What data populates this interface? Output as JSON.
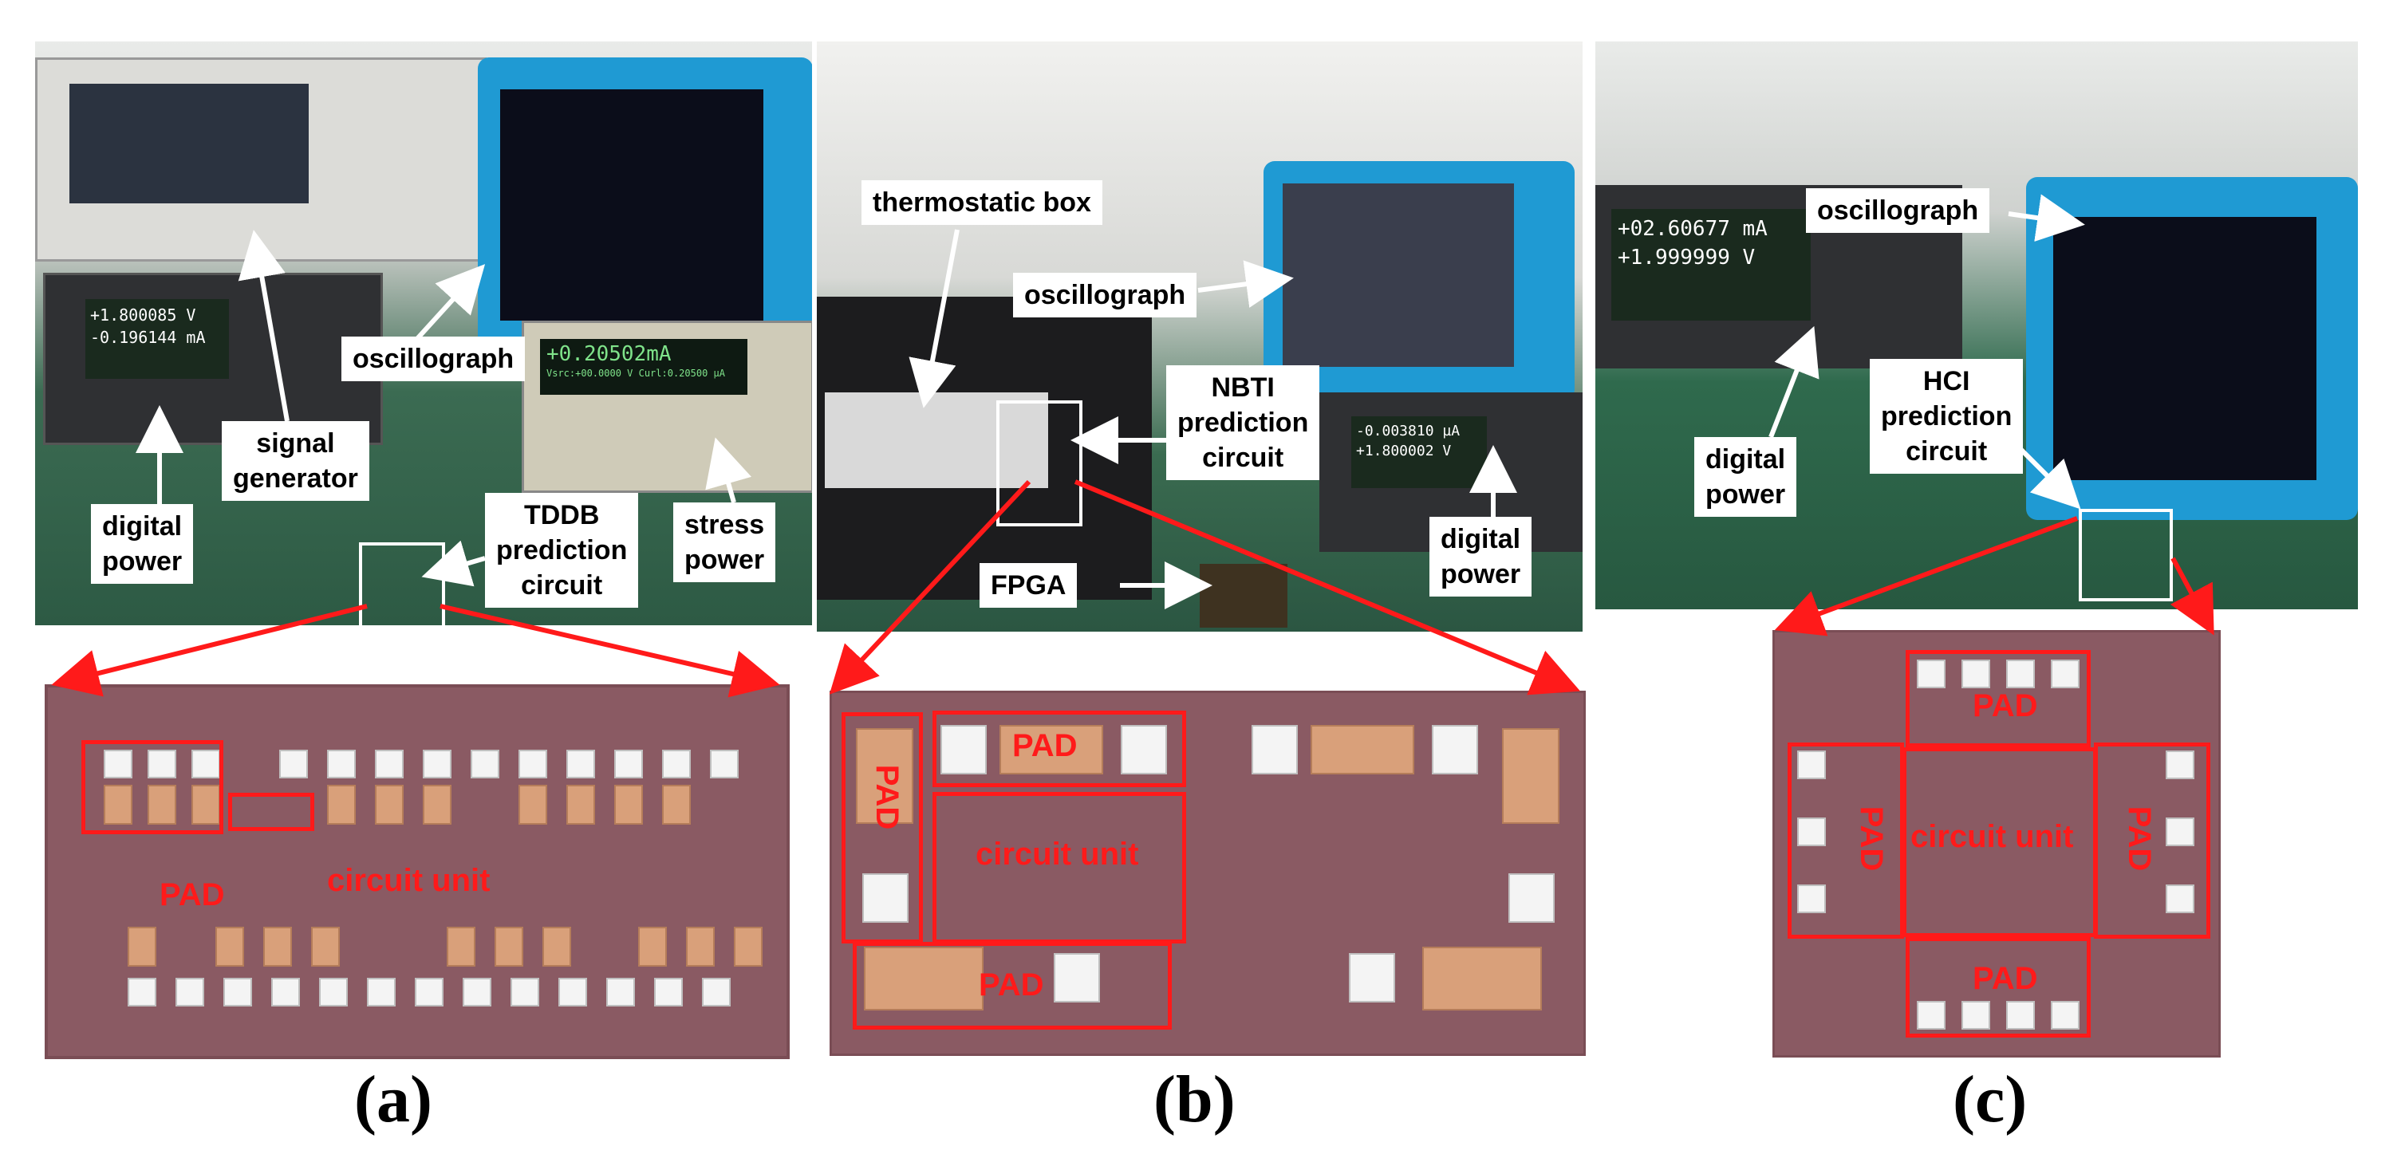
{
  "panels": [
    {
      "label": "(a)",
      "callouts": [
        "oscillograph",
        "signal\ngenerator",
        "digital\npower",
        "TDDB\nprediction\ncircuit",
        "stress\npower"
      ],
      "die_labels": [
        "PAD",
        "circuit unit"
      ],
      "readouts": [
        "+1.800085  V",
        "-0.196144  mA",
        "+0.20502mA",
        "Vsrc:+00.0000 V   Curl:0.20500 µA"
      ]
    },
    {
      "label": "(b)",
      "callouts": [
        "thermostatic box",
        "oscillograph",
        "NBTI\nprediction\ncircuit",
        "FPGA",
        "digital\npower"
      ],
      "die_labels": [
        "PAD",
        "PAD",
        "circuit unit",
        "PAD"
      ],
      "readouts": [
        "-0.003810  µA",
        "+1.800002  V"
      ]
    },
    {
      "label": "(c)",
      "callouts": [
        "oscillograph",
        "digital\npower",
        "HCI\nprediction\ncircuit"
      ],
      "die_labels": [
        "PAD",
        "PAD",
        "circuit unit",
        "PAD",
        "PAD"
      ],
      "readouts": [
        "+02.60677 mA",
        "+1.999999  V"
      ]
    }
  ],
  "colors": {
    "callout_bg": "#ffffff",
    "annotation_red": "#ff1a1a",
    "die_bg": "#8a5a63"
  }
}
